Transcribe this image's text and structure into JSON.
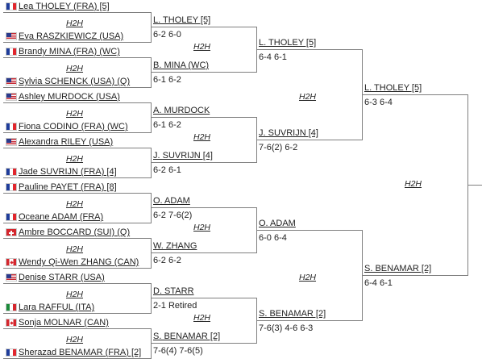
{
  "players": [
    {
      "name": "Lea THOLEY (FRA) [5]",
      "flag": "fra"
    },
    {
      "name": "Eva RASZKIEWICZ (USA)",
      "flag": "usa"
    },
    {
      "name": "Brandy MINA (FRA) (WC)",
      "flag": "fra"
    },
    {
      "name": "Sylvia SCHENCK (USA) (Q)",
      "flag": "usa"
    },
    {
      "name": "Ashley MURDOCK (USA)",
      "flag": "usa"
    },
    {
      "name": "Fiona CODINO (FRA) (WC)",
      "flag": "fra"
    },
    {
      "name": "Alexandra RILEY (USA)",
      "flag": "usa"
    },
    {
      "name": "Jade SUVRIJN (FRA) [4]",
      "flag": "fra"
    },
    {
      "name": "Pauline PAYET (FRA) [8]",
      "flag": "fra"
    },
    {
      "name": "Oceane ADAM (FRA)",
      "flag": "fra"
    },
    {
      "name": "Ambre BOCCARD (SUI) (Q)",
      "flag": "sui"
    },
    {
      "name": "Wendy Qi-Wen ZHANG (CAN)",
      "flag": "can"
    },
    {
      "name": "Denise STARR (USA)",
      "flag": "usa"
    },
    {
      "name": "Lara RAFFUL (ITA)",
      "flag": "ita"
    },
    {
      "name": "Sonja MOLNAR (CAN)",
      "flag": "can"
    },
    {
      "name": "Sherazad BENAMAR (FRA) [2]",
      "flag": "fra"
    }
  ],
  "h2h_label": "H2H",
  "round2": [
    {
      "name": "L. THOLEY [5]",
      "score": "6-2 6-0"
    },
    {
      "name": "B. MINA (WC)",
      "score": "6-1 6-2"
    },
    {
      "name": "A. MURDOCK",
      "score": "6-1 6-2"
    },
    {
      "name": "J. SUVRIJN [4]",
      "score": "6-2 6-1"
    },
    {
      "name": "O. ADAM",
      "score": "6-2 7-6(2)"
    },
    {
      "name": "W. ZHANG",
      "score": "6-2 6-2"
    },
    {
      "name": "D. STARR",
      "score": "2-1 Retired"
    },
    {
      "name": "S. BENAMAR [2]",
      "score": "7-6(4) 7-6(5)"
    }
  ],
  "quarterfinals": [
    {
      "name": "L. THOLEY [5]",
      "score": "6-4 6-1"
    },
    {
      "name": "J. SUVRIJN [4]",
      "score": "7-6(2) 6-2"
    },
    {
      "name": "O. ADAM",
      "score": "6-0 6-4"
    },
    {
      "name": "S. BENAMAR [2]",
      "score": "7-6(3) 4-6 6-3"
    }
  ],
  "semifinals": [
    {
      "name": "L. THOLEY [5]",
      "score": "6-3 6-4"
    },
    {
      "name": "S. BENAMAR [2]",
      "score": "6-4 6-1"
    }
  ]
}
